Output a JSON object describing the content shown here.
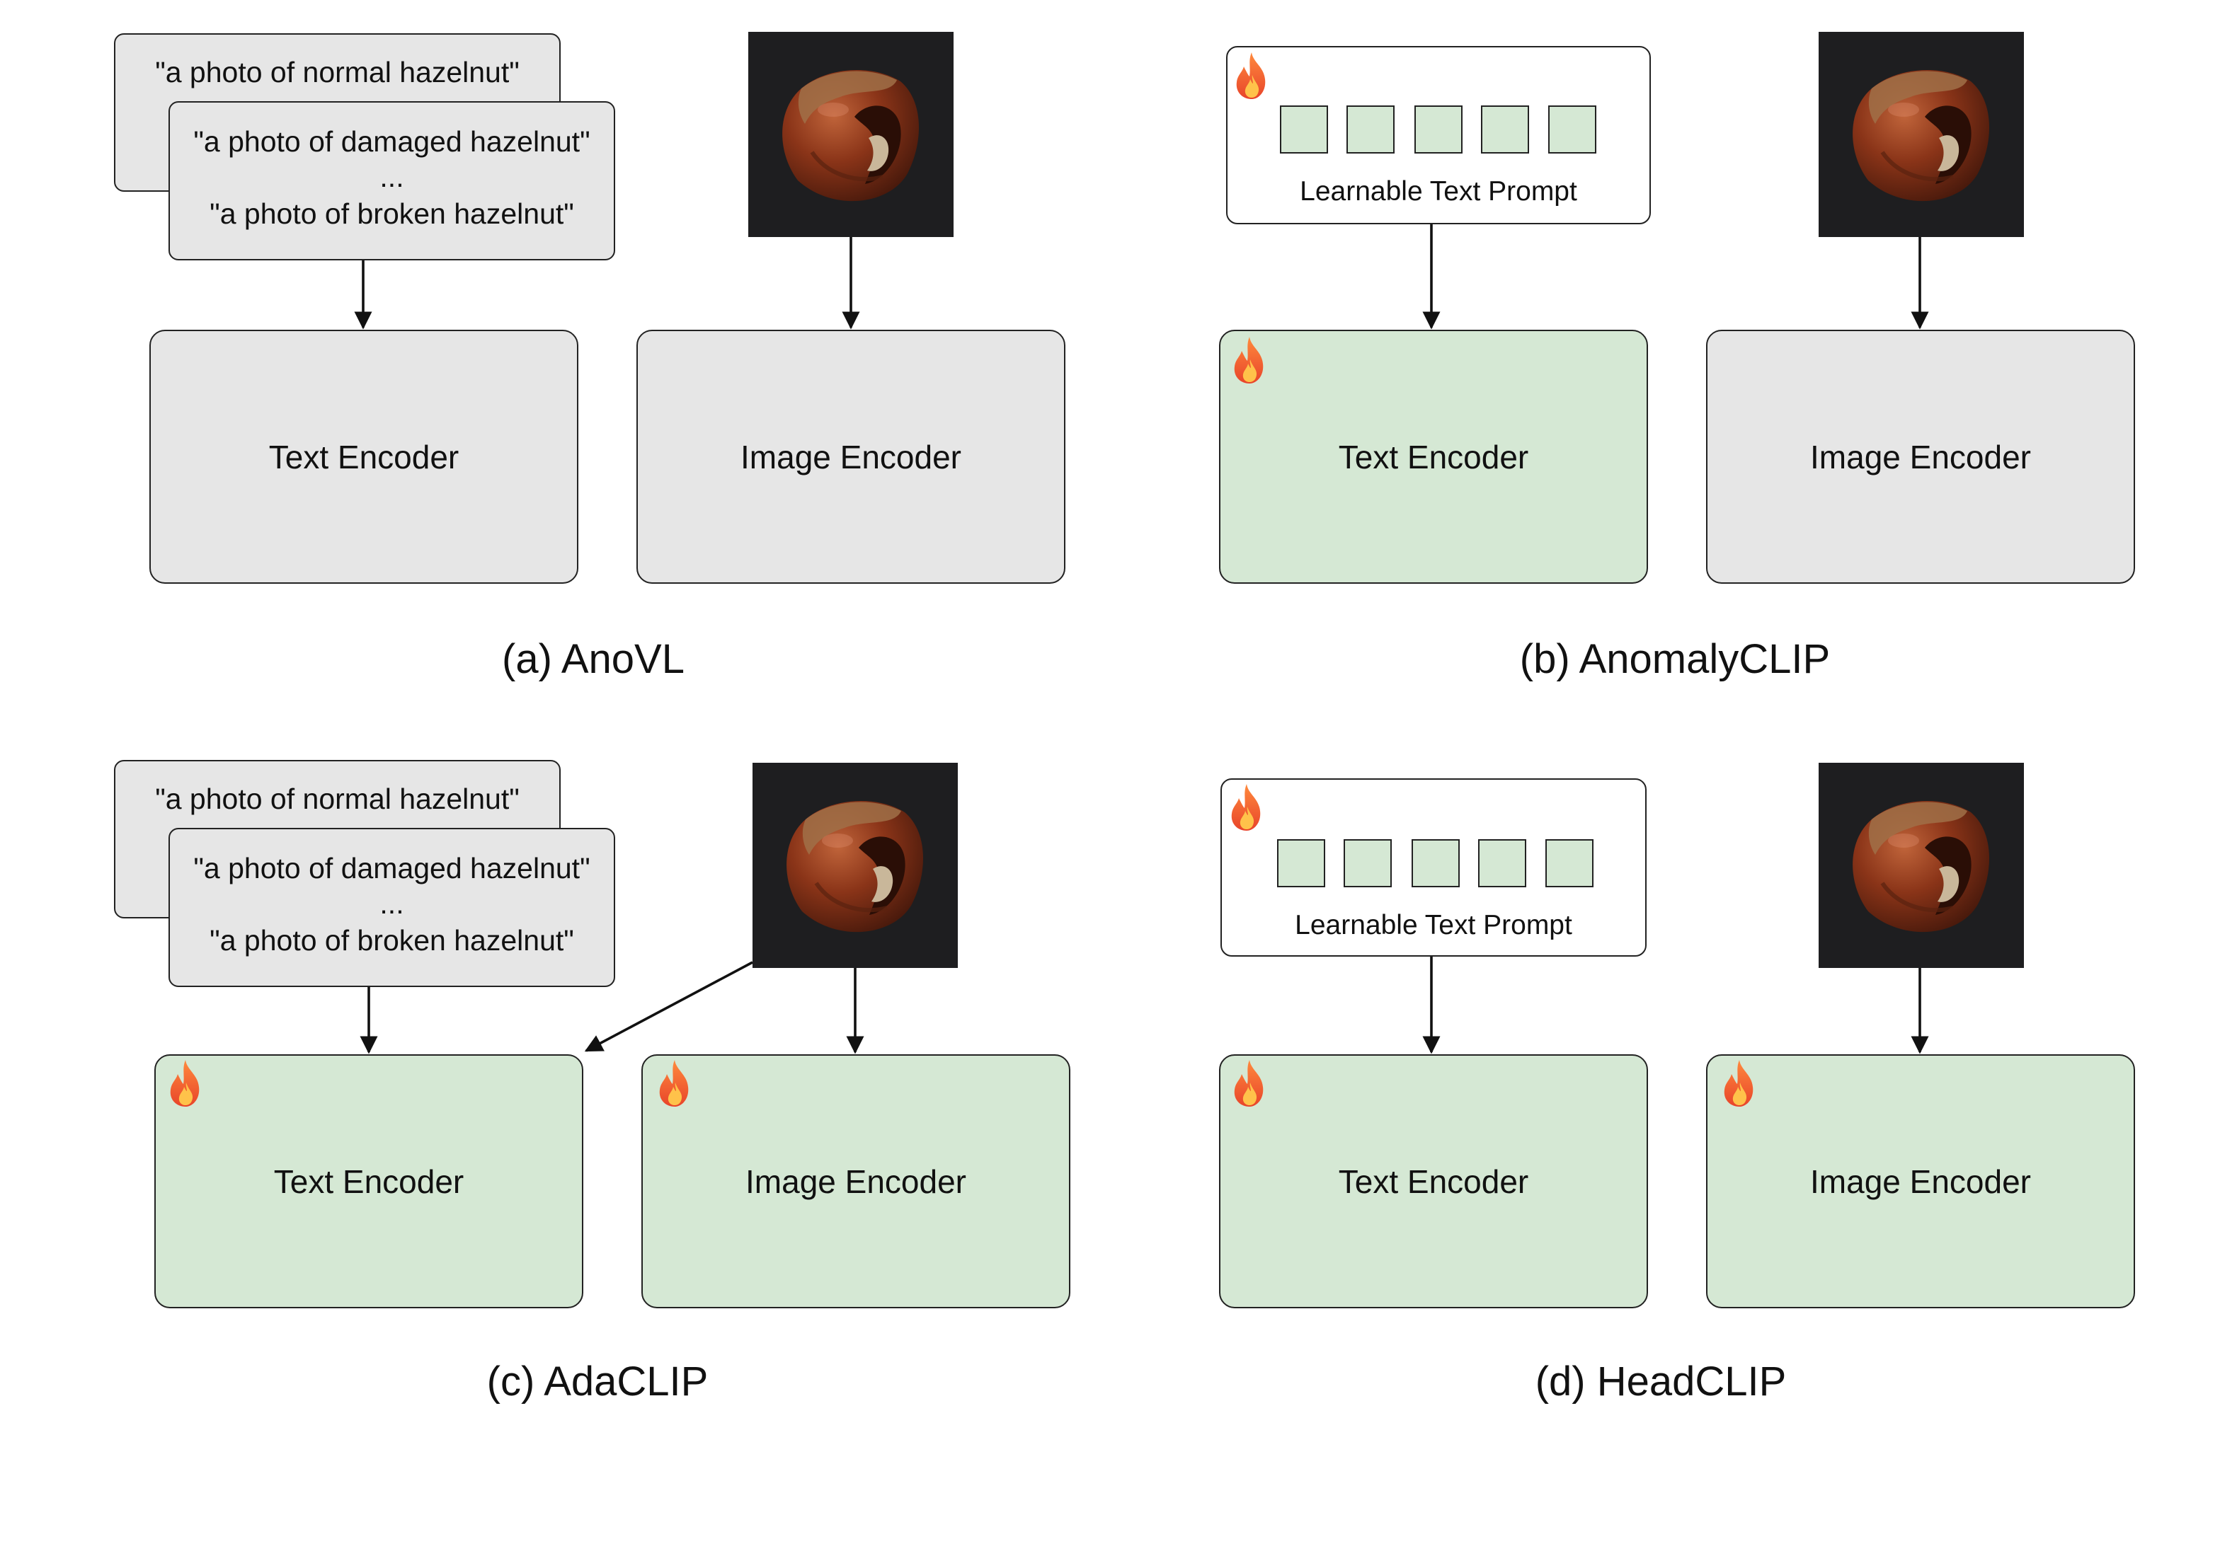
{
  "panels": {
    "a": {
      "caption": "(a) AnoVL",
      "prompt_back": "\"a photo of normal hazelnut\"",
      "prompt_front": [
        "\"a photo of damaged hazelnut\"",
        "...",
        "\"a photo of broken hazelnut\""
      ],
      "text_encoder": "Text Encoder",
      "image_encoder": "Image Encoder"
    },
    "b": {
      "caption": "(b) AnomalyCLIP",
      "learnable_prompt": "Learnable Text Prompt",
      "text_encoder": "Text Encoder",
      "image_encoder": "Image Encoder"
    },
    "c": {
      "caption": "(c) AdaCLIP",
      "prompt_back": "\"a photo of normal hazelnut\"",
      "prompt_front": [
        "\"a photo of damaged hazelnut\"",
        "...",
        "\"a photo of broken hazelnut\""
      ],
      "text_encoder": "Text Encoder",
      "image_encoder": "Image Encoder"
    },
    "d": {
      "caption": "(d) HeadCLIP",
      "learnable_prompt": "Learnable Text Prompt",
      "text_encoder": "Text Encoder",
      "image_encoder": "Image Encoder"
    }
  },
  "icons": {
    "trainable": "flame-icon",
    "input_image": "hazelnut-image"
  },
  "colors": {
    "frozen": "#e6e6e6",
    "trainable": "#d5e8d4",
    "stroke": "#222222",
    "image_bg": "#1e1e20"
  }
}
